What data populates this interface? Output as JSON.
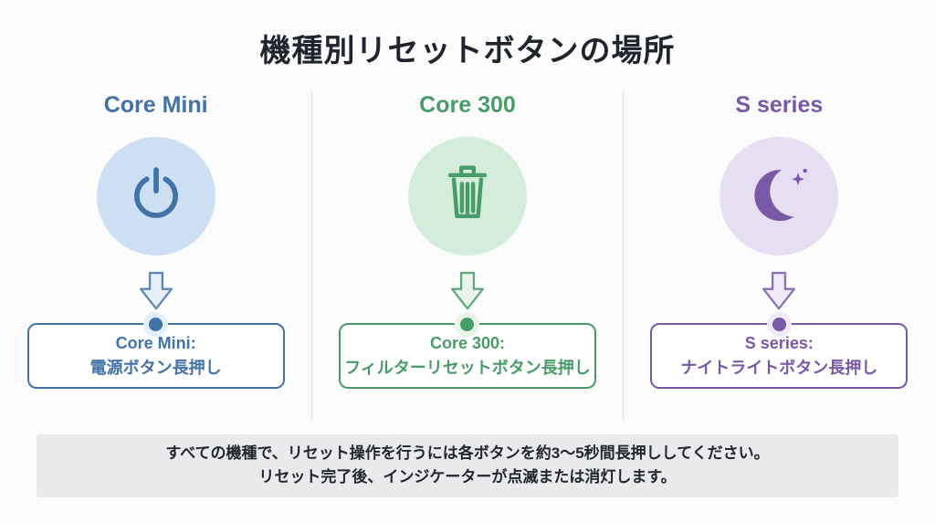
{
  "title": "機種別リセットボタンの場所",
  "columns": [
    {
      "heading": "Core Mini",
      "icon": "power-icon",
      "accent": "#4273a6",
      "light": "#cddff2",
      "tint": "#e4eefa",
      "box_line1": "Core Mini:",
      "box_line2": "電源ボタン長押し"
    },
    {
      "heading": "Core 300",
      "icon": "trash-basket-icon",
      "accent": "#479c68",
      "light": "#d3ecdb",
      "tint": "#e6f4eb",
      "box_line1": "Core 300:",
      "box_line2": "フィルターリセットボタン長押し"
    },
    {
      "heading": "S series",
      "icon": "crescent-moon-icon",
      "accent": "#7a58a8",
      "light": "#e6def2",
      "tint": "#f0e9f8",
      "box_line1": "S series:",
      "box_line2": "ナイトライトボタン長押し"
    }
  ],
  "footer": {
    "line1": "すべての機種で、リセット操作を行うには各ボタンを約3〜5秒間長押ししてください。",
    "line2": "リセット完了後、インジケーターが点滅または消灯します。"
  }
}
